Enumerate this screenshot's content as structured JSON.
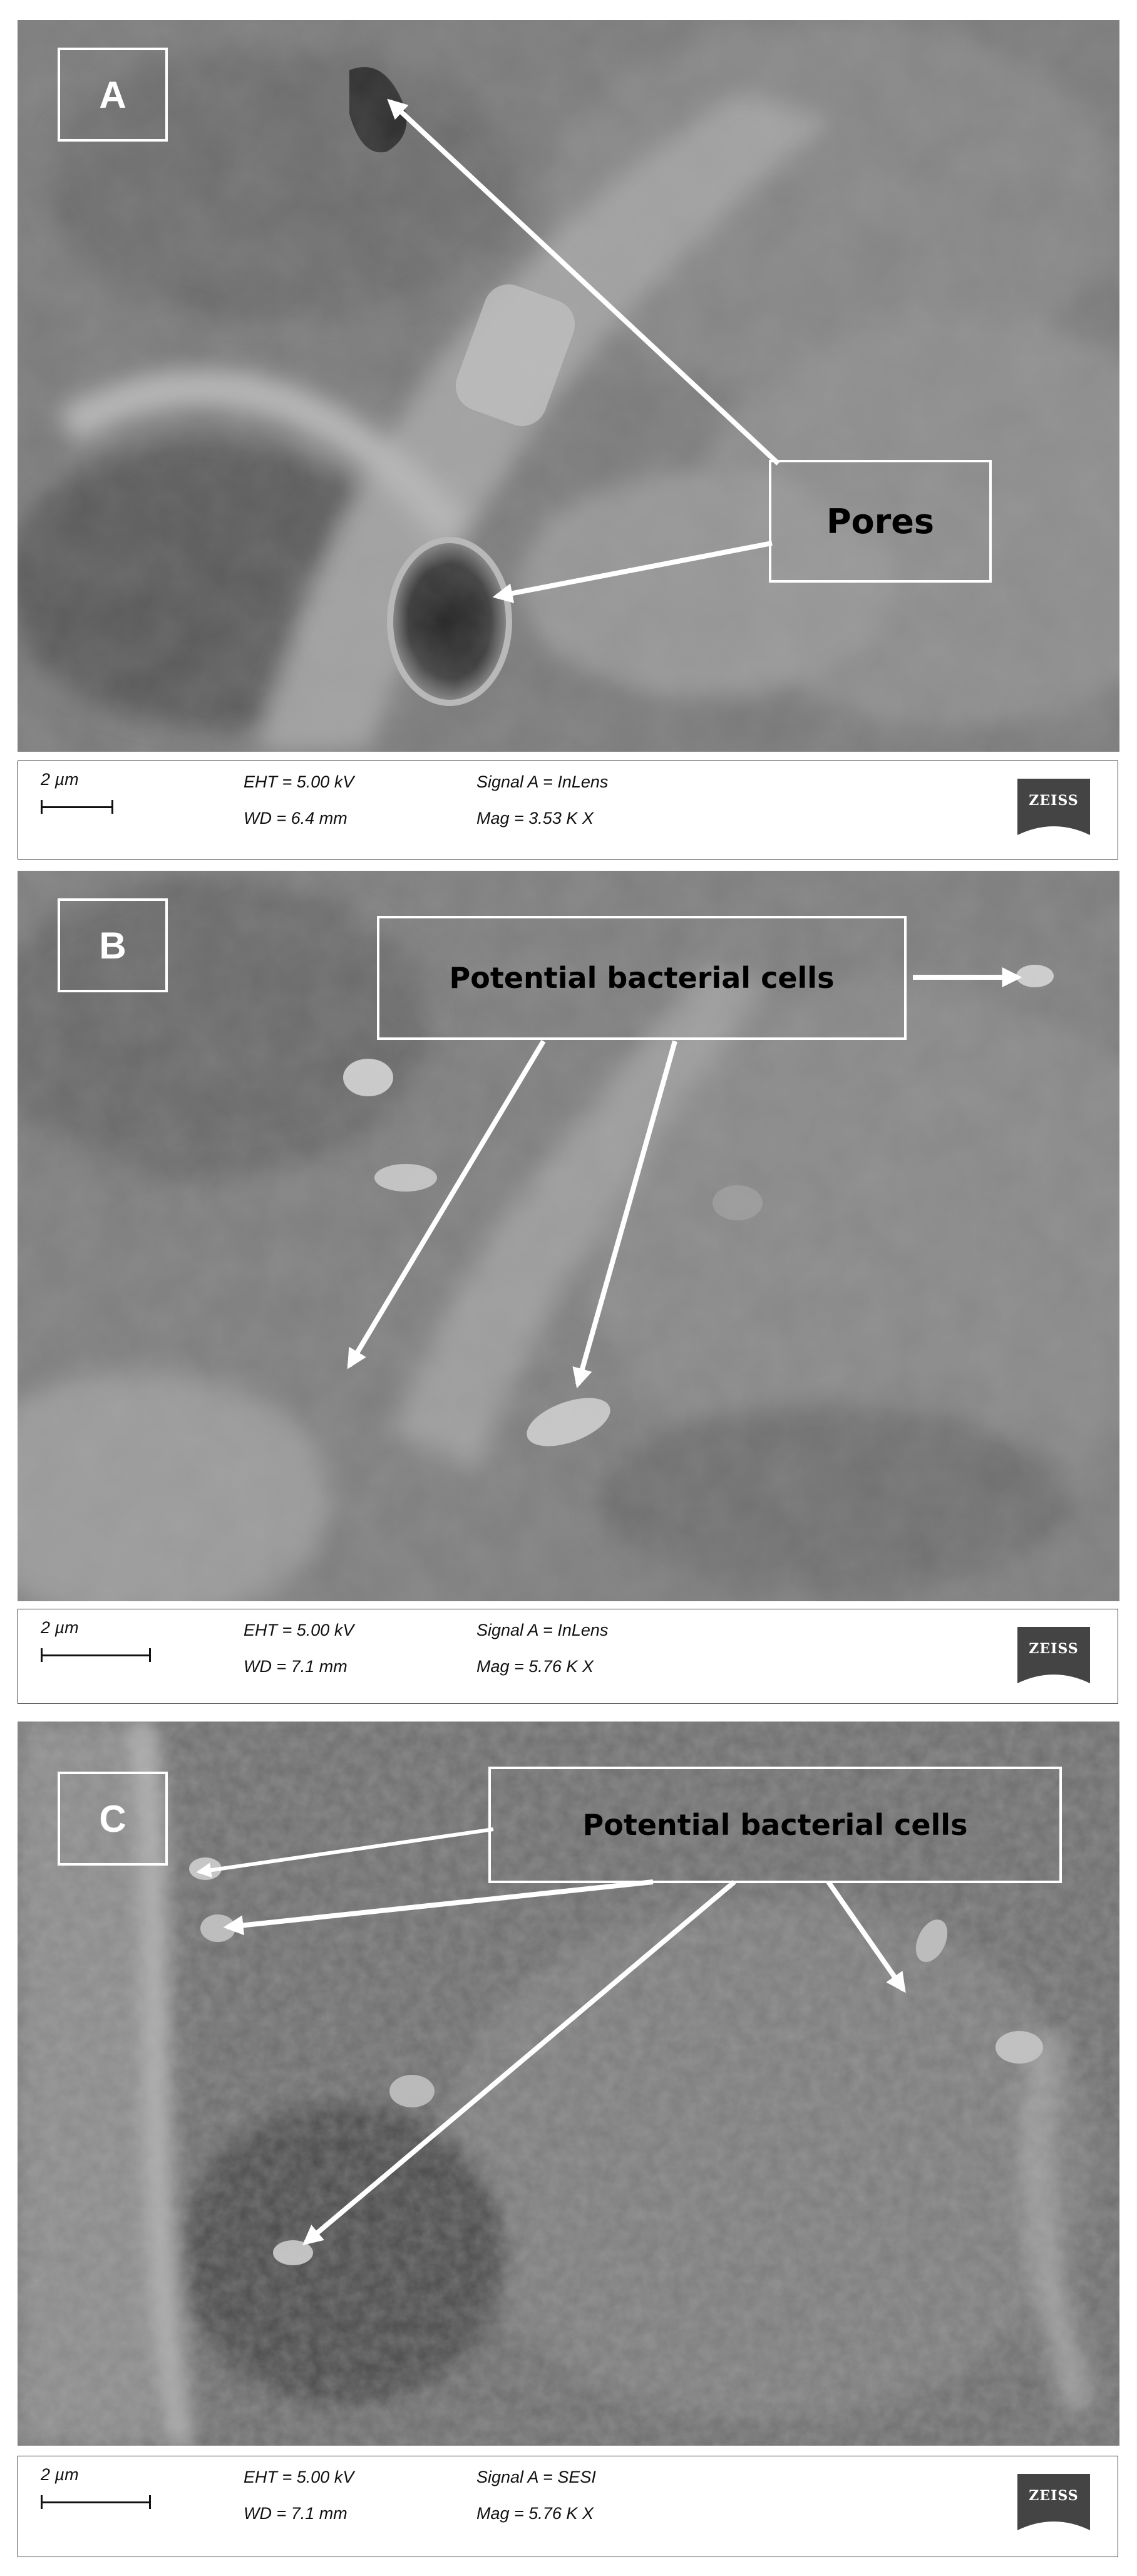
{
  "panels": [
    {
      "letter": "A",
      "callout": "Pores",
      "info": {
        "scale": "2 µm",
        "eht": "EHT =  5.00 kV",
        "wd": "WD =  6.4 mm",
        "signal": "Signal A = InLens",
        "mag": "Mag =     3.53 K X",
        "logo": "ZEISS"
      }
    },
    {
      "letter": "B",
      "callout": "Potential bacterial cells",
      "info": {
        "scale": "2 µm",
        "eht": "EHT =  5.00 kV",
        "wd": "WD =  7.1 mm",
        "signal": "Signal A = InLens",
        "mag": "Mag =     5.76 K X",
        "logo": "ZEISS"
      }
    },
    {
      "letter": "C",
      "callout": "Potential bacterial cells",
      "info": {
        "scale": "2 µm",
        "eht": "EHT =  5.00 kV",
        "wd": "WD =  7.1 mm",
        "signal": "Signal A = SESI",
        "mag": "Mag =     5.76 K X",
        "logo": "ZEISS"
      }
    }
  ],
  "colors": {
    "label_border": "#ffffff",
    "arrow": "#ffffff",
    "callout_text": "#000000",
    "logo_background": "#444444"
  }
}
